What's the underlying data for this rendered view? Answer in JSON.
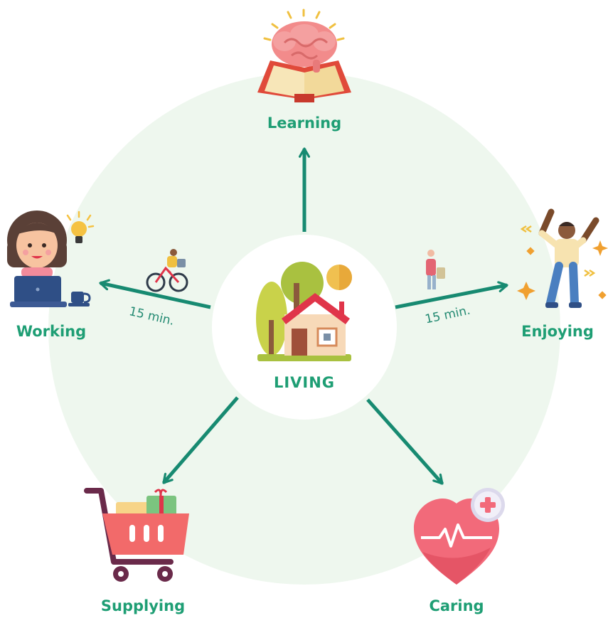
{
  "center": {
    "label": "LIVING",
    "icon": "house-with-trees-icon"
  },
  "nodes": {
    "learning": {
      "label": "Learning",
      "icon": "brain-on-book-icon"
    },
    "working": {
      "label": "Working",
      "icon": "woman-at-laptop-icon"
    },
    "enjoying": {
      "label": "Enjoying",
      "icon": "dancing-man-icon"
    },
    "supplying": {
      "label": "Supplying",
      "icon": "shopping-cart-icon"
    },
    "caring": {
      "label": "Caring",
      "icon": "heart-health-icon"
    }
  },
  "travel": {
    "left": {
      "text": "15 min.",
      "mode_icon": "bicycle-icon"
    },
    "right": {
      "text": "15 min.",
      "mode_icon": "walking-person-icon"
    }
  },
  "colors": {
    "accent": "#1e9e74",
    "arrow": "#178a71",
    "outer_circle": "#eef7ee",
    "center_circle": "#ffffff",
    "travel_text": "#238a72"
  }
}
